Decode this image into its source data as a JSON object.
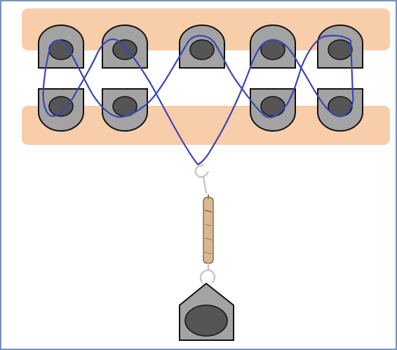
{
  "diagram": {
    "colors": {
      "frame": "#4a6fa5",
      "band": "#f8cdaa",
      "block": "#a3a3a3",
      "block_stroke": "#111111",
      "hole": "#555555",
      "string": "#3a45b5",
      "spring_body": "#d9b891",
      "hook": "#c8c8c8"
    },
    "top_row_blocks": 5,
    "bottom_row_blocks": 4,
    "icons": [
      "pulley-block",
      "spring-scale",
      "hook",
      "hanging-weight"
    ]
  }
}
